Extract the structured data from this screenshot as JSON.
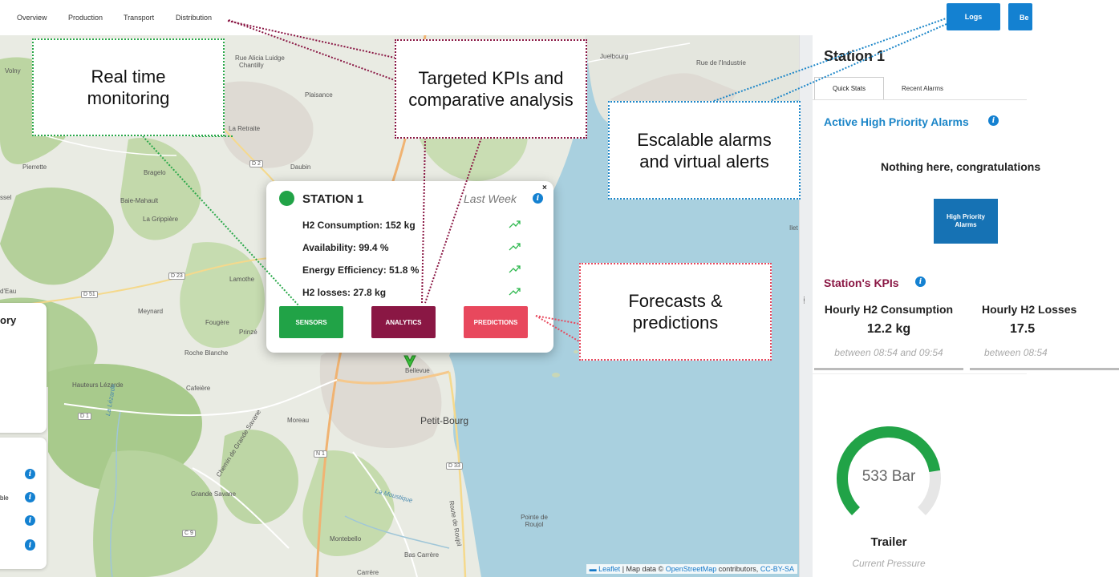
{
  "nav": {
    "items": [
      "Overview",
      "Production",
      "Transport",
      "Distribution"
    ],
    "logs_label": "Logs",
    "logs2_label": "Be"
  },
  "map": {
    "places": [
      "Volny",
      "Chantilly",
      "Plaisance",
      "La Retraite",
      "Daubin",
      "Pierrette",
      "Bragelo",
      "Baie-Mahault",
      "La Grippière",
      "ssel",
      "Lamothe",
      "d'Eau",
      "Meynard",
      "Fougère",
      "Prinzé",
      "Roche Blanche",
      "Hauteurs Lézarde",
      "Cafeière",
      "Moreau",
      "Bellevue",
      "Chemin de Grande Savane",
      "Grande Savane",
      "Montebello",
      "Bas Carrère",
      "Carrère",
      "La Moustique",
      "Route de Roujol",
      "Pointe de Roujol",
      "Juelbourg",
      "Rue de l'Industrie",
      "Rue Alicia Luidge",
      "La Lézarde",
      "Ilet"
    ],
    "towns": [
      "Petit-Bourg"
    ],
    "roads": [
      "D 2",
      "D 23",
      "D 51",
      "D 1",
      "N 1",
      "D 33",
      "C 9"
    ],
    "attribution": {
      "leaflet": "Leaflet",
      "text1": "| Map data ©",
      "osm": "OpenStreetMap",
      "text2": "contributors,",
      "license": "CC-BY-SA"
    }
  },
  "left_panel": {
    "title_fragment": "ory",
    "sub_fragment": "ble"
  },
  "popup": {
    "station": "STATION 1",
    "period": "Last Week",
    "close": "×",
    "info": "i",
    "kpis": [
      "H2 Consumption: 152 kg",
      "Availability: 99.4 %",
      "Energy Efficiency: 51.8 %",
      "H2 losses: 27.8 kg"
    ],
    "buttons": [
      "SENSORS",
      "ANALYTICS",
      "PREDICTIONS"
    ]
  },
  "sidebar": {
    "station_title": "Station 1",
    "tabs": [
      "Quick Stats",
      "Recent Alarms"
    ],
    "alarms_heading": "Active High Priority Alarms",
    "alarms_empty": "Nothing here, congratulations",
    "alarms_button": "High Priority Alarms",
    "kpis_heading": "Station's KPIs",
    "kpi_cards": [
      {
        "label": "Hourly H2 Consumption",
        "value": "12.2 kg",
        "sub": "between 08:54 and 09:54"
      },
      {
        "label": "Hourly H2 Losses",
        "value": "17.5",
        "sub": "between 08:54"
      }
    ],
    "gauge": {
      "value": "533 Bar",
      "label": "Trailer",
      "sub": "Current Pressure",
      "fraction": 0.8
    }
  },
  "callouts": [
    "Real time monitoring",
    "Targeted KPIs and comparative analysis",
    "Escalable alarms and virtual alerts",
    "Forecasts & predictions"
  ],
  "colors": {
    "accent_blue": "#1481d1",
    "sensors_green": "#21a347",
    "analytics_maroon": "#8a1744",
    "predictions_red": "#e8485d",
    "kpi_heading": "#8a1744",
    "gauge_green": "#21a347"
  }
}
